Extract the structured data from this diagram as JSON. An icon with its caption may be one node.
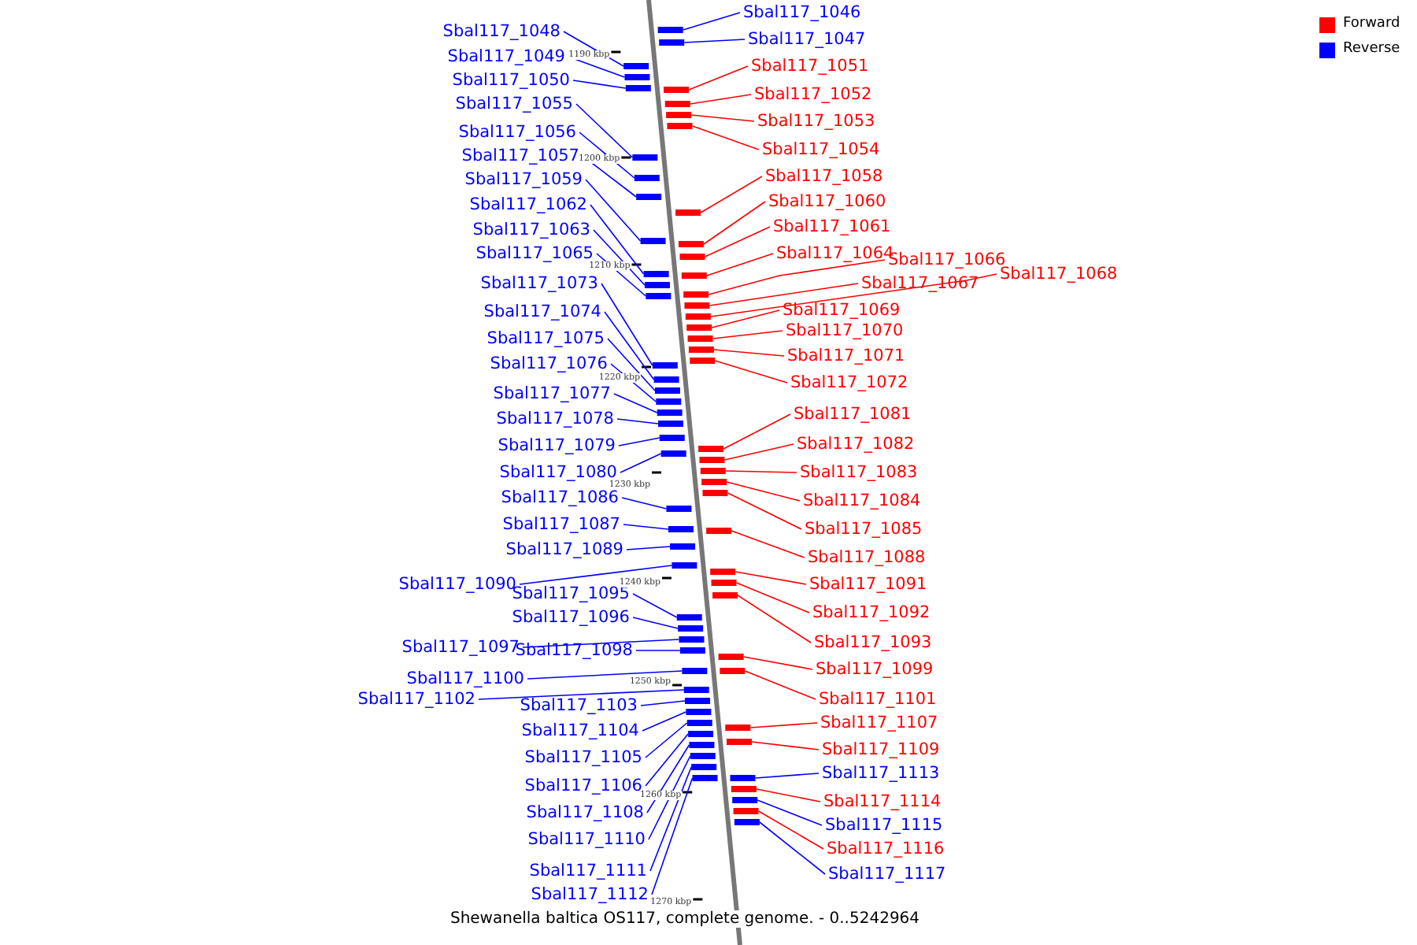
{
  "diagram": {
    "caption": "Shewanella baltica OS117, complete genome. - 0..5242964",
    "nodes": [
      {
        "text": [
          "Sbal117_1046"
        ]
      },
      {
        "text": [
          "Sbal117_1047"
        ]
      },
      {
        "text": [
          "Sbal117_1048"
        ]
      },
      {
        "text": [
          "Sbal117_1049"
        ]
      },
      {
        "text": [
          "Sbal117_1050"
        ]
      },
      {
        "text": [
          "Sbal117_1051"
        ]
      },
      {
        "text": [
          "Sbal117_1052"
        ]
      },
      {
        "text": [
          "Sbal117_1053"
        ]
      },
      {
        "text": [
          "Sbal117_1054"
        ]
      },
      {
        "text": [
          "Sbal117_1055"
        ]
      },
      {
        "text": [
          "Sbal117_1056"
        ]
      },
      {
        "text": [
          "Sbal117_1057"
        ]
      },
      {
        "text": [
          "Sbal117_1058"
        ]
      },
      {
        "text": [
          "Sbal117_1059"
        ]
      },
      {
        "text": [
          "Sbal117_1060"
        ]
      },
      {
        "text": [
          "Sbal117_1061"
        ]
      },
      {
        "text": [
          "Sbal117_1062"
        ]
      },
      {
        "text": [
          "Sbal117_1063"
        ]
      },
      {
        "text": [
          "Sbal117_1064"
        ]
      },
      {
        "text": [
          "Sbal117_1065"
        ]
      },
      {
        "text": [
          "Sbal117_1066"
        ]
      },
      {
        "text": [
          "Sbal117_1067"
        ]
      },
      {
        "text": [
          "Sbal117_1068"
        ]
      },
      {
        "text": [
          "Sbal117_1069"
        ]
      },
      {
        "text": [
          "Sbal117_1070"
        ]
      },
      {
        "text": [
          "Sbal117_1071"
        ]
      },
      {
        "text": [
          "Sbal117_1072"
        ]
      },
      {
        "text": [
          "Sbal117_1073"
        ]
      },
      {
        "text": [
          "Sbal117_1074"
        ]
      },
      {
        "text": [
          "Sbal117_1075"
        ]
      },
      {
        "text": [
          "Sbal117_1076"
        ]
      },
      {
        "text": [
          "Sbal117_1077"
        ]
      },
      {
        "text": [
          "Sbal117_1078"
        ]
      },
      {
        "text": [
          "Sbal117_1079"
        ]
      },
      {
        "text": [
          "Sbal117_1080"
        ]
      },
      {
        "text": [
          "Sbal117_1081"
        ]
      },
      {
        "text": [
          "Sbal117_1082"
        ]
      },
      {
        "text": [
          "Sbal117_1083"
        ]
      },
      {
        "text": [
          "Sbal117_1084"
        ]
      },
      {
        "text": [
          "Sbal117_1085"
        ]
      },
      {
        "text": [
          "Sbal117_1086"
        ]
      },
      {
        "text": [
          "Sbal117_1087"
        ]
      },
      {
        "text": [
          "Sbal117_1088"
        ]
      },
      {
        "text": [
          "Sbal117_1089"
        ]
      },
      {
        "text": [
          "Sbal117_1090"
        ]
      },
      {
        "text": [
          "Sbal117_1091"
        ]
      },
      {
        "text": [
          "Sbal117_1092"
        ]
      },
      {
        "text": [
          "Sbal117_1093"
        ]
      },
      {
        "text": [
          "Sbal117_1095"
        ]
      },
      {
        "text": [
          "Sbal117_1096"
        ]
      },
      {
        "text": [
          "Sbal117_1097"
        ]
      },
      {
        "text": [
          "Sbal117_1098"
        ]
      },
      {
        "text": [
          "Sbal117_1099"
        ]
      },
      {
        "text": [
          "Sbal117_1100"
        ]
      },
      {
        "text": [
          "Sbal117_1101"
        ]
      },
      {
        "text": [
          "Sbal117_1102"
        ]
      },
      {
        "text": [
          "Sbal117_1103"
        ]
      },
      {
        "text": [
          "Sbal117_1104"
        ]
      },
      {
        "text": [
          "Sbal117_1105"
        ]
      },
      {
        "text": [
          "Sbal117_1106"
        ]
      },
      {
        "text": [
          "Sbal117_1107"
        ]
      },
      {
        "text": [
          "Sbal117_1108"
        ]
      },
      {
        "text": [
          "Sbal117_1109"
        ]
      },
      {
        "text": [
          "Sbal117_1110"
        ]
      },
      {
        "text": [
          "Sbal117_1111"
        ]
      },
      {
        "text": [
          "Sbal117_1112"
        ]
      },
      {
        "text": [
          "Sbal117_1113"
        ]
      },
      {
        "text": [
          "Sbal117_1114"
        ]
      },
      {
        "text": [
          "Sbal117_1115"
        ]
      },
      {
        "text": [
          "Sbal117_1116"
        ]
      },
      {
        "text": [
          "Sbal117_1117"
        ]
      },
      {
        "text": [],
        "shape": "box"
      },
      {
        "text": [],
        "shape": "box"
      },
      {
        "text": [],
        "shape": "box"
      },
      {
        "text": [],
        "shape": "box"
      },
      {
        "text": [],
        "shape": "box"
      },
      {
        "text": [],
        "shape": "box"
      },
      {
        "text": [],
        "shape": "box"
      },
      {
        "text": [],
        "shape": "box"
      },
      {
        "text": [],
        "shape": "box"
      },
      {
        "text": [],
        "shape": "box"
      },
      {
        "text": [],
        "shape": "box"
      },
      {
        "text": [],
        "shape": "box"
      },
      {
        "text": [],
        "shape": "box"
      },
      {
        "text": [],
        "shape": "box"
      },
      {
        "text": [],
        "shape": "box"
      },
      {
        "text": [],
        "shape": "box"
      },
      {
        "text": [],
        "shape": "box"
      },
      {
        "text": [],
        "shape": "box"
      },
      {
        "text": [],
        "shape": "box"
      },
      {
        "text": [],
        "shape": "box"
      },
      {
        "text": [],
        "shape": "box"
      },
      {
        "text": [],
        "shape": "box"
      },
      {
        "text": [],
        "shape": "box"
      },
      {
        "text": [],
        "shape": "box"
      },
      {
        "text": [],
        "shape": "box"
      },
      {
        "text": [],
        "shape": "box"
      },
      {
        "text": [],
        "shape": "box"
      },
      {
        "text": [],
        "shape": "box"
      },
      {
        "text": [],
        "shape": "box"
      },
      {
        "text": [],
        "shape": "box"
      },
      {
        "text": [],
        "shape": "box"
      },
      {
        "text": [],
        "shape": "box"
      },
      {
        "text": [],
        "shape": "box"
      },
      {
        "text": [],
        "shape": "box"
      },
      {
        "text": [],
        "shape": "box"
      },
      {
        "text": [],
        "shape": "box"
      },
      {
        "text": [],
        "shape": "box"
      },
      {
        "text": [],
        "shape": "box"
      },
      {
        "text": [],
        "shape": "box"
      },
      {
        "text": [],
        "shape": "box"
      },
      {
        "text": [],
        "shape": "box"
      },
      {
        "text": [],
        "shape": "box"
      },
      {
        "text": [],
        "shape": "box"
      },
      {
        "text": [],
        "shape": "box"
      },
      {
        "text": [],
        "shape": "box"
      },
      {
        "text": [],
        "shape": "box"
      },
      {
        "text": [],
        "shape": "box"
      },
      {
        "text": [],
        "shape": "box"
      },
      {
        "text": [],
        "shape": "box"
      },
      {
        "text": [],
        "shape": "box"
      },
      {
        "text": [],
        "shape": "box"
      },
      {
        "text": [],
        "shape": "box"
      },
      {
        "text": [],
        "shape": "box"
      },
      {
        "text": [],
        "shape": "box"
      },
      {
        "text": [],
        "shape": "box"
      },
      {
        "text": [],
        "shape": "box"
      },
      {
        "text": [],
        "shape": "box"
      },
      {
        "text": [],
        "shape": "box"
      },
      {
        "text": [],
        "shape": "box"
      },
      {
        "text": [],
        "shape": "box"
      },
      {
        "text": [],
        "shape": "box"
      },
      {
        "text": [],
        "shape": "box"
      },
      {
        "text": [],
        "shape": "box"
      },
      {
        "text": [],
        "shape": "box"
      },
      {
        "text": [],
        "shape": "box"
      },
      {
        "text": [],
        "shape": "box"
      },
      {
        "text": [],
        "shape": "box"
      },
      {
        "text": [],
        "shape": "box"
      },
      {
        "text": [],
        "shape": "box"
      },
      {
        "text": [],
        "shape": "box"
      },
      {
        "text": [],
        "shape": "box"
      }
    ],
    "edges": [
      {
        "from": 0,
        "to": 71,
        "arrow": "none"
      },
      {
        "from": 1,
        "to": 72,
        "arrow": "none"
      },
      {
        "from": 2,
        "to": 73,
        "arrow": "none"
      },
      {
        "from": 3,
        "to": 74,
        "arrow": "none"
      },
      {
        "from": 4,
        "to": 75,
        "arrow": "none"
      },
      {
        "from": 5,
        "to": 76,
        "arrow": "none",
        "color": "#ff0000"
      },
      {
        "from": 6,
        "to": 77,
        "arrow": "none",
        "color": "#ff0000"
      },
      {
        "from": 7,
        "to": 78,
        "arrow": "none",
        "color": "#ff0000"
      },
      {
        "from": 8,
        "to": 79,
        "arrow": "none",
        "color": "#ff0000"
      },
      {
        "from": 9,
        "to": 80,
        "arrow": "none"
      },
      {
        "from": 10,
        "to": 81,
        "arrow": "none"
      },
      {
        "from": 11,
        "to": 82,
        "arrow": "none"
      },
      {
        "from": 12,
        "to": 83,
        "arrow": "none",
        "color": "#ff0000"
      },
      {
        "from": 13,
        "to": 84,
        "arrow": "none"
      },
      {
        "from": 14,
        "to": 85,
        "arrow": "none",
        "color": "#ff0000"
      },
      {
        "from": 15,
        "to": 86,
        "arrow": "none",
        "color": "#ff0000"
      },
      {
        "from": 16,
        "to": 87,
        "arrow": "none"
      },
      {
        "from": 17,
        "to": 88,
        "arrow": "none"
      },
      {
        "from": 18,
        "to": 89,
        "arrow": "none",
        "color": "#ff0000"
      },
      {
        "from": 19,
        "to": 90,
        "arrow": "none"
      },
      {
        "from": 20,
        "to": 91,
        "arrow": "none",
        "color": "#ff0000"
      },
      {
        "from": 21,
        "to": 92,
        "arrow": "none",
        "color": "#ff0000"
      },
      {
        "from": 22,
        "to": 93,
        "arrow": "none",
        "color": "#ff0000"
      },
      {
        "from": 23,
        "to": 94,
        "arrow": "none",
        "color": "#ff0000"
      },
      {
        "from": 24,
        "to": 95,
        "arrow": "none",
        "color": "#ff0000"
      },
      {
        "from": 25,
        "to": 96,
        "arrow": "none",
        "color": "#ff0000"
      },
      {
        "from": 26,
        "to": 97,
        "arrow": "none",
        "color": "#ff0000"
      },
      {
        "from": 27,
        "to": 98,
        "arrow": "none"
      },
      {
        "from": 28,
        "to": 99,
        "arrow": "none"
      },
      {
        "from": 29,
        "to": 100,
        "arrow": "none"
      },
      {
        "from": 30,
        "to": 101,
        "arrow": "none"
      },
      {
        "from": 31,
        "to": 102,
        "arrow": "none"
      },
      {
        "from": 32,
        "to": 103,
        "arrow": "none"
      },
      {
        "from": 33,
        "to": 104,
        "arrow": "none"
      },
      {
        "from": 34,
        "to": 105,
        "arrow": "none"
      },
      {
        "from": 35,
        "to": 106,
        "arrow": "none",
        "color": "#ff0000"
      },
      {
        "from": 36,
        "to": 107,
        "arrow": "none",
        "color": "#ff0000"
      },
      {
        "from": 37,
        "to": 108,
        "arrow": "none",
        "color": "#ff0000"
      },
      {
        "from": 38,
        "to": 109,
        "arrow": "none",
        "color": "#ff0000"
      },
      {
        "from": 39,
        "to": 110,
        "arrow": "none",
        "color": "#ff0000"
      },
      {
        "from": 40,
        "to": 111,
        "arrow": "none"
      },
      {
        "from": 41,
        "to": 112,
        "arrow": "none"
      },
      {
        "from": 42,
        "to": 113,
        "arrow": "none",
        "color": "#ff0000"
      },
      {
        "from": 43,
        "to": 114,
        "arrow": "none"
      },
      {
        "from": 44,
        "to": 115,
        "arrow": "none"
      },
      {
        "from": 45,
        "to": 116,
        "arrow": "none",
        "color": "#ff0000"
      },
      {
        "from": 46,
        "to": 117,
        "arrow": "none",
        "color": "#ff0000"
      },
      {
        "from": 47,
        "to": 118,
        "arrow": "none",
        "color": "#ff0000"
      },
      {
        "from": 48,
        "to": 119,
        "arrow": "none"
      },
      {
        "from": 49,
        "to": 120,
        "arrow": "none"
      },
      {
        "from": 50,
        "to": 121,
        "arrow": "none"
      },
      {
        "from": 51,
        "to": 122,
        "arrow": "none"
      },
      {
        "from": 52,
        "to": 123,
        "arrow": "none",
        "color": "#ff0000"
      },
      {
        "from": 53,
        "to": 124,
        "arrow": "none"
      },
      {
        "from": 54,
        "to": 125,
        "arrow": "none",
        "color": "#ff0000"
      },
      {
        "from": 55,
        "to": 126,
        "arrow": "none"
      },
      {
        "from": 56,
        "to": 127,
        "arrow": "none"
      },
      {
        "from": 57,
        "to": 128,
        "arrow": "none"
      },
      {
        "from": 58,
        "to": 129,
        "arrow": "none"
      },
      {
        "from": 59,
        "to": 130,
        "arrow": "none"
      },
      {
        "from": 60,
        "to": 131,
        "arrow": "none",
        "color": "#ff0000"
      },
      {
        "from": 61,
        "to": 132,
        "arrow": "none"
      },
      {
        "from": 62,
        "to": 133,
        "arrow": "none",
        "color": "#ff0000"
      },
      {
        "from": 63,
        "to": 134,
        "arrow": "none"
      },
      {
        "from": 64,
        "to": 135,
        "arrow": "none"
      },
      {
        "from": 65,
        "to": 136,
        "arrow": "none"
      },
      {
        "from": 66,
        "to": 137,
        "arrow": "none"
      },
      {
        "from": 67,
        "to": 138,
        "arrow": "none",
        "color": "#ff0000"
      },
      {
        "from": 68,
        "to": 139,
        "arrow": "none"
      },
      {
        "from": 69,
        "to": 140,
        "arrow": "none",
        "color": "#ff0000"
      },
      {
        "from": 70,
        "to": 141,
        "arrow": "none"
      }
    ],
    "labels": [
      "1190 kbp",
      "1200 kbp",
      "1210 kbp",
      "1220 kbp",
      "1230 kbp",
      "1240 kbp",
      "1250 kbp",
      "1260 kbp",
      "1270 kbp"
    ],
    "legend": [
      {
        "text": "Forward",
        "color": "#ff0000"
      },
      {
        "text": "Reverse",
        "color": "#0000ff"
      }
    ]
  }
}
